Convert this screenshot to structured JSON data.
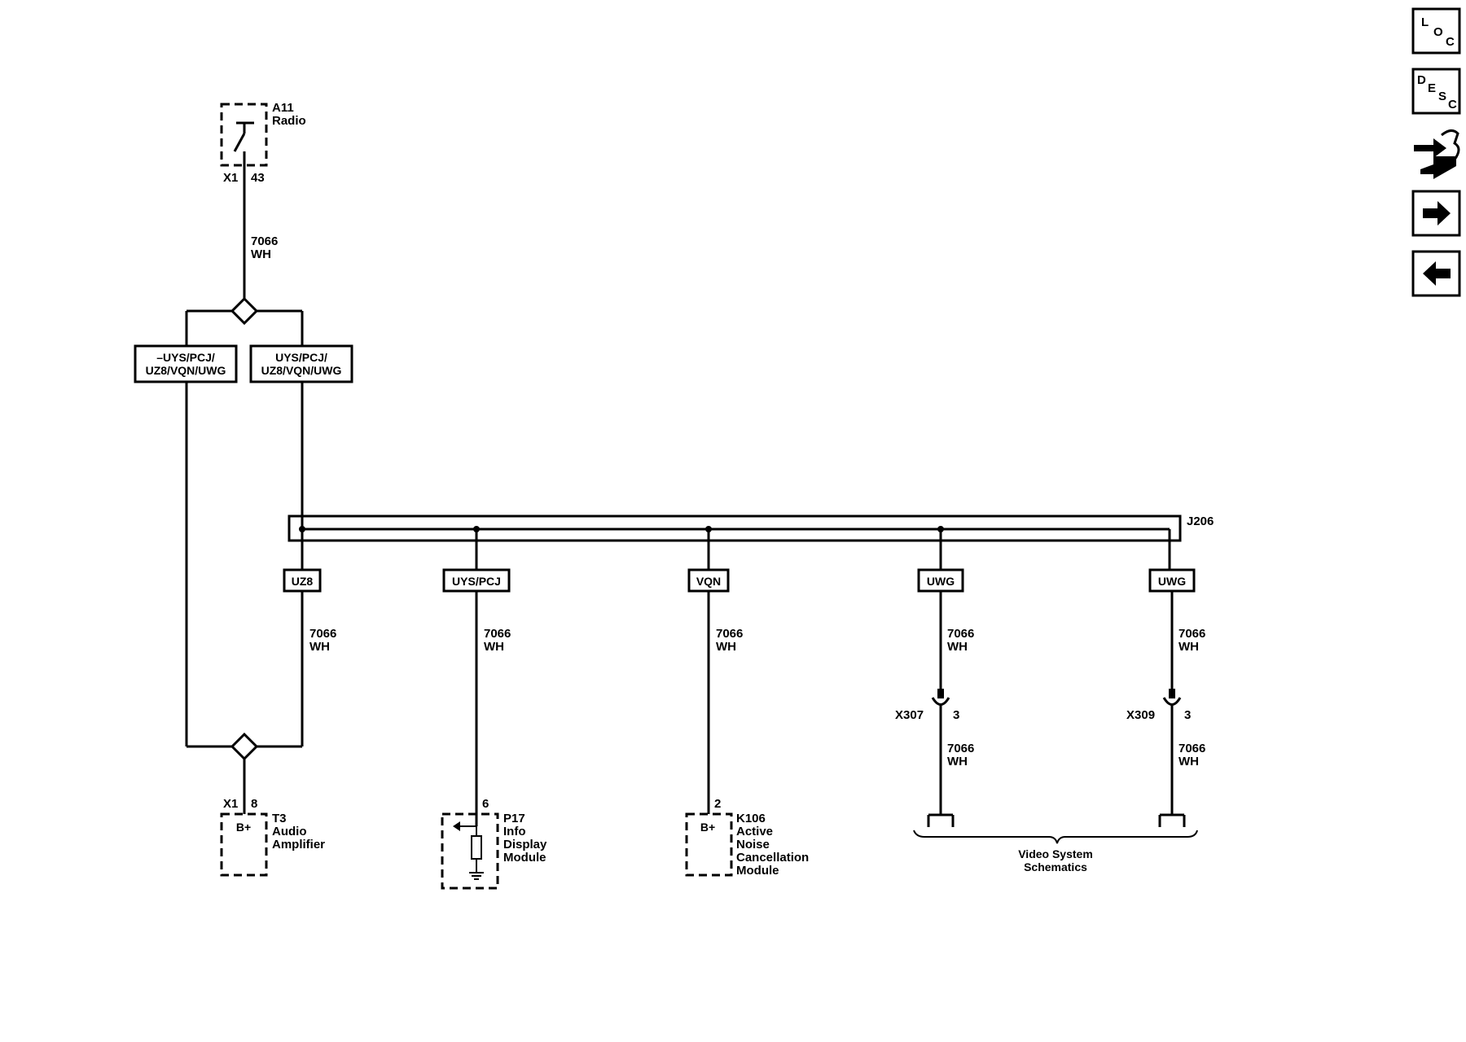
{
  "components": {
    "radio": {
      "ref": "A11",
      "name": "Radio",
      "connector": "X1",
      "pin": "43"
    },
    "amplifier": {
      "ref": "T3",
      "name_lines": [
        "Audio",
        "Amplifier"
      ],
      "connector": "X1",
      "pin": "8",
      "symbol": "B+"
    },
    "info_display": {
      "ref": "P17",
      "name_lines": [
        "Info",
        "Display",
        "Module"
      ],
      "pin": "6"
    },
    "anc_module": {
      "ref": "K106",
      "name_lines": [
        "Active",
        "Noise",
        "Cancellation",
        "Module"
      ],
      "pin": "2",
      "symbol": "B+"
    }
  },
  "wire": {
    "circuit": "7066",
    "color": "WH"
  },
  "options": {
    "not_option_lines": [
      "–UYS/PCJ/",
      "UZ8/VQN/UWG"
    ],
    "option_lines": [
      "UYS/PCJ/",
      "UZ8/VQN/UWG"
    ],
    "uz8": "UZ8",
    "uys_pcj": "UYS/PCJ",
    "vqn": "VQN",
    "uwg_1": "UWG",
    "uwg_2": "UWG"
  },
  "splice_pack": "J206",
  "connectors": {
    "x307": {
      "name": "X307",
      "pin": "3"
    },
    "x309": {
      "name": "X309",
      "pin": "3"
    }
  },
  "video_ref_lines": [
    "Video System",
    "Schematics"
  ],
  "nav": {
    "loc": [
      "L",
      "O",
      "C"
    ],
    "desc": [
      "D",
      "E",
      "S",
      "C"
    ]
  }
}
